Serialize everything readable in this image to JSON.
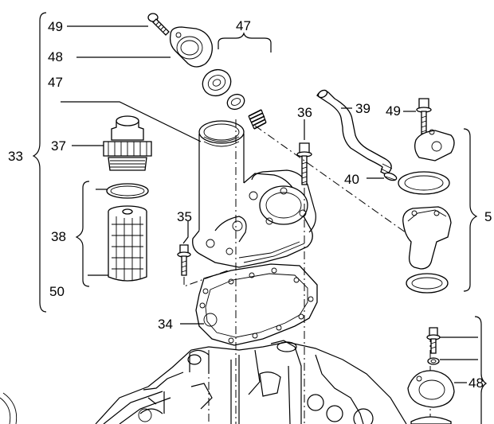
{
  "diagram": {
    "callouts": [
      {
        "id": "c49a",
        "text": "49"
      },
      {
        "id": "c48a",
        "text": "48"
      },
      {
        "id": "c47a",
        "text": "47"
      },
      {
        "id": "c47b",
        "text": "47"
      },
      {
        "id": "c33",
        "text": "33"
      },
      {
        "id": "c37",
        "text": "37"
      },
      {
        "id": "c38",
        "text": "38"
      },
      {
        "id": "c50",
        "text": "50"
      },
      {
        "id": "c35",
        "text": "35"
      },
      {
        "id": "c36",
        "text": "36"
      },
      {
        "id": "c39",
        "text": "39"
      },
      {
        "id": "c49b",
        "text": "49"
      },
      {
        "id": "c40",
        "text": "40"
      },
      {
        "id": "c5",
        "text": "5"
      },
      {
        "id": "c34",
        "text": "34"
      },
      {
        "id": "c48b",
        "text": "48"
      }
    ]
  }
}
